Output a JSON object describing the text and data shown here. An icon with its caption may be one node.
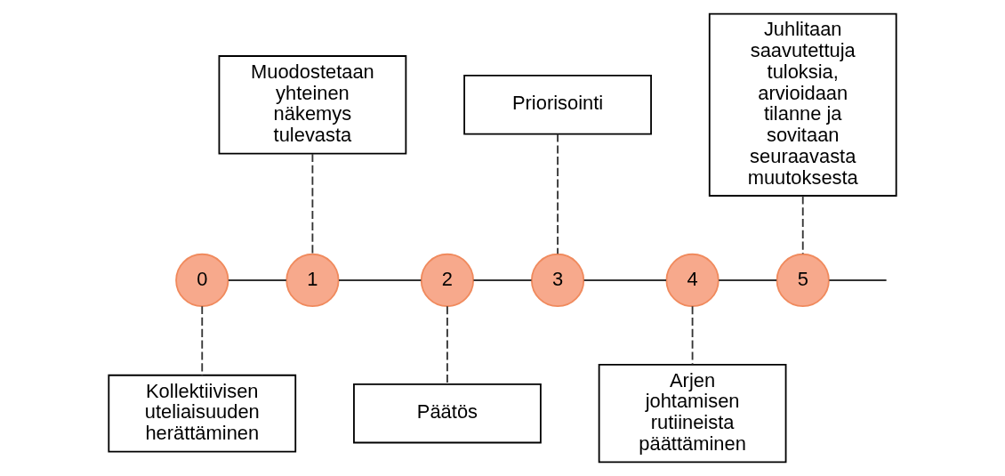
{
  "diagram": {
    "nodes": [
      {
        "text": [
          "0"
        ]
      },
      {
        "text": [
          "1"
        ]
      },
      {
        "text": [
          "2"
        ]
      },
      {
        "text": [
          "3"
        ]
      },
      {
        "text": [
          "4"
        ]
      },
      {
        "text": [
          "5"
        ]
      },
      {
        "text": [
          "Kollektiivisen uteliaisuuden herättäminen"
        ]
      },
      {
        "text": [
          "Muodostetaan yhteinen näkemys tulevasta"
        ]
      },
      {
        "text": [
          "Päätös"
        ]
      },
      {
        "text": [
          "Priorisointi"
        ]
      },
      {
        "text": [
          "Arjen johtamisen rutiineista päättäminen"
        ]
      },
      {
        "text": [
          "Juhlitaan saavutettuja tuloksia, arvioidaan tilanne ja sovitaan seuraavasta muutoksesta"
        ]
      }
    ],
    "edges": [
      {
        "from": 0,
        "to": 1,
        "arrow": "none"
      },
      {
        "from": 1,
        "to": 2,
        "arrow": "none"
      },
      {
        "from": 2,
        "to": 3,
        "arrow": "none"
      },
      {
        "from": 3,
        "to": 4,
        "arrow": "none"
      },
      {
        "from": 4,
        "to": 5,
        "arrow": "none"
      },
      {
        "from": 5,
        "to": null,
        "arrow": "none"
      },
      {
        "from": 0,
        "to": 6,
        "arrow": "none",
        "style": "dashed"
      },
      {
        "from": 7,
        "to": 1,
        "arrow": "none",
        "style": "dashed"
      },
      {
        "from": 2,
        "to": 8,
        "arrow": "none",
        "style": "dashed"
      },
      {
        "from": 9,
        "to": 3,
        "arrow": "none",
        "style": "dashed"
      },
      {
        "from": 4,
        "to": 10,
        "arrow": "none",
        "style": "dashed"
      },
      {
        "from": 11,
        "to": 5,
        "arrow": "none",
        "style": "dashed"
      }
    ]
  }
}
